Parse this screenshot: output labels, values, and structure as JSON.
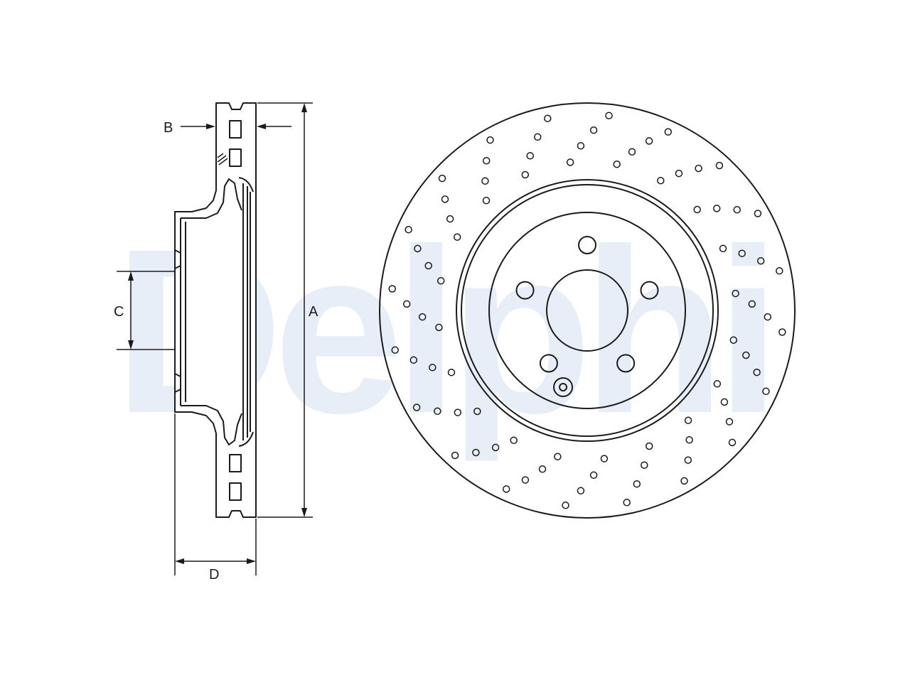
{
  "watermark": {
    "text": "Delphi",
    "color": "#e8eef7"
  },
  "colors": {
    "line": "#1b1b1b",
    "background": "#ffffff"
  },
  "dimensions": {
    "A": "A",
    "B": "B",
    "C": "C",
    "D": "D"
  },
  "front_view": {
    "bolt_hole_count": 5,
    "locator_hole_count": 1,
    "drilled_hole_groups": 20,
    "holes_per_group": 4
  }
}
